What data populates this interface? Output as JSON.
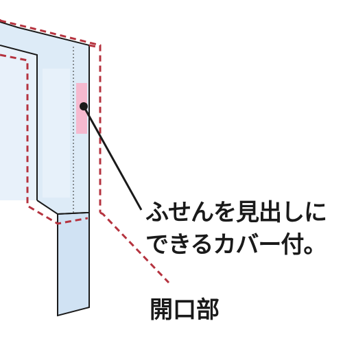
{
  "callout": {
    "line1": "ふせんを見出しに",
    "line2": "できるカバー付。"
  },
  "opening_label": "開口部",
  "colors": {
    "dashed_outline": "#b5333f",
    "cover_fill": "#ddebf7",
    "cover_shade": "#c3d8ec",
    "cover_stroke": "#1a1a1a",
    "sticky_note": "#f5b9cf",
    "leader_line": "#1a1a1a"
  }
}
